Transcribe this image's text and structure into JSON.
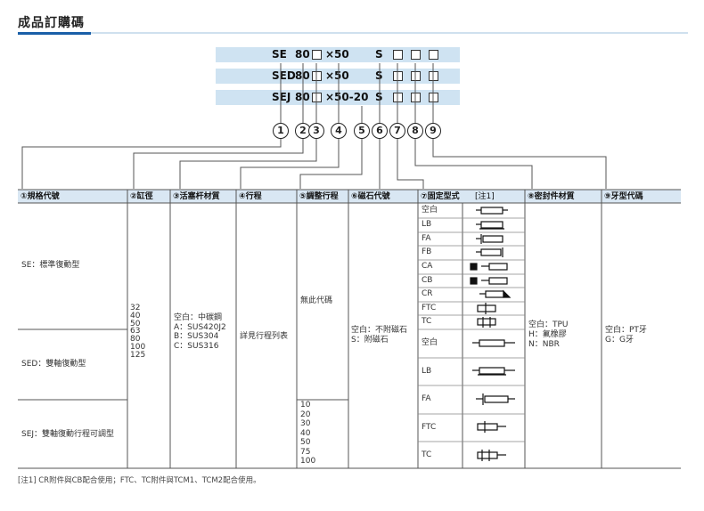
{
  "title": "成品訂購碼",
  "codes": [
    {
      "prefix": "SE",
      "bore": "80",
      "stroke": "×50",
      "s": "S"
    },
    {
      "prefix": "SED",
      "bore": "80",
      "stroke": "×50",
      "s": "S"
    },
    {
      "prefix": "SEJ",
      "bore": "80",
      "stroke": "×50-20",
      "s": "S"
    }
  ],
  "numbers": [
    "1",
    "2",
    "3",
    "4",
    "5",
    "6",
    "7",
    "8",
    "9"
  ],
  "headers": [
    "①規格代號",
    "②缸徑",
    "③活塞杆材質",
    "④行程",
    "⑤調整行程",
    "⑥磁石代號",
    "⑦固定型式",
    "[注1]",
    "⑧密封件材質",
    "⑨牙型代碼"
  ],
  "spec": [
    "SE：標準復動型",
    "SED：雙軸復動型",
    "SEJ：雙軸復動行程可調型"
  ],
  "bores": "32\n40\n50\n63\n80\n100\n125",
  "rod": "空白：中碳鋼\nA：SUS420J2\nB：SUS304\nC：SUS316",
  "stroke": "詳見行程列表",
  "adjust_none": "無此代碼",
  "adjust_values": "10\n20\n30\n40\n50\n75\n100",
  "magnet": "空白：不附磁石\nS：附磁石",
  "mounts": [
    "空白",
    "LB",
    "FA",
    "FB",
    "CA",
    "CB",
    "CR",
    "FTC",
    "TC",
    "空白",
    "LB",
    "FA",
    "FTC",
    "TC"
  ],
  "seal": "空白：TPU\nH：氟橡膠\nN：NBR",
  "thread": "空白：PT牙\nG：G牙",
  "note": "[注1] CR附件與CB配合使用；FTC、TC附件與TCM1、TCM2配合使用。",
  "colors": {
    "accent": "#1a5fa8",
    "band": "#cfe3f2",
    "header": "#d9e7f3"
  }
}
